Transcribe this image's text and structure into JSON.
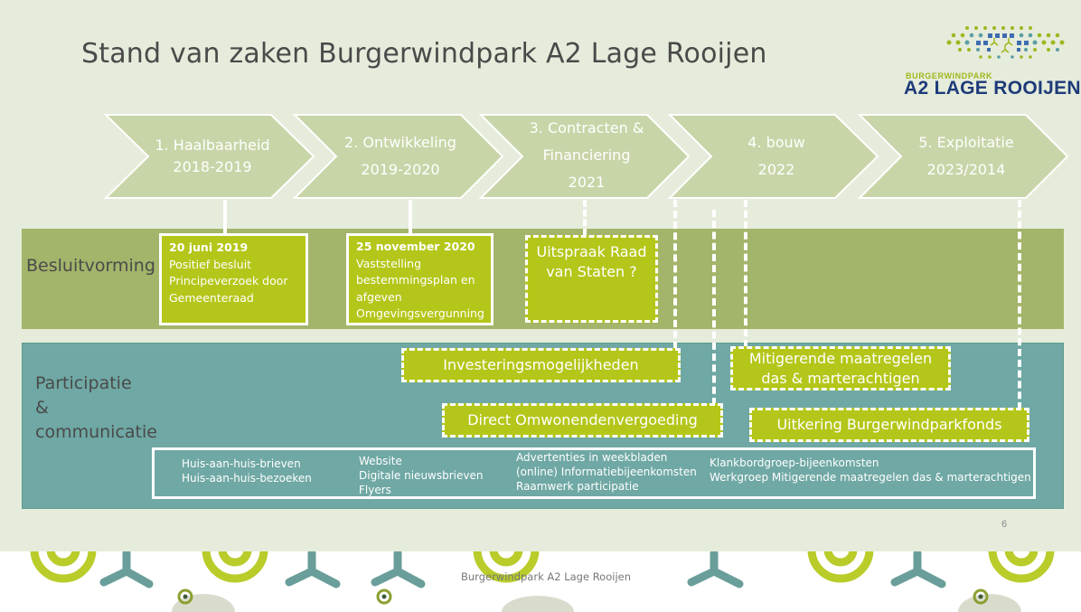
{
  "title": "Stand van zaken Burgerwindpark A2 Lage Rooijen",
  "logo": {
    "small": "BURGERWINDPARK",
    "big": "A2 LAGE ROOIJEN"
  },
  "phases": [
    {
      "line1": "1. Haalbaarheid",
      "line2": "2018-2019",
      "line3": ""
    },
    {
      "line1": "2. Ontwikkeling",
      "line2": "2019-2020",
      "line3": ""
    },
    {
      "line1": "3. Contracten &",
      "line2": "Financiering",
      "line3": "2021"
    },
    {
      "line1": "4. bouw",
      "line2": "2022",
      "line3": ""
    },
    {
      "line1": "5. Exploitatie",
      "line2": "2023/2014",
      "line3": ""
    }
  ],
  "rows": {
    "besluitvorming": "Besluitvorming",
    "participatie": [
      "Participatie",
      "&",
      "communicatie"
    ]
  },
  "besluit": {
    "box1": {
      "date": "20 juni 2019",
      "lines": [
        "Positief besluit",
        "Principeverzoek door",
        "Gemeenteraad"
      ]
    },
    "box2": {
      "date": "25 november 2020",
      "lines": [
        "Vaststelling",
        "bestemmingsplan en",
        "afgeven",
        "Omgevingsvergunning"
      ]
    },
    "box3": {
      "text1": "Uitspraak Raad",
      "text2": "van Staten ?"
    }
  },
  "participatie": {
    "investering": "Investeringsmogelijkheden",
    "omwonenden": "Direct Omwonendenvergoeding",
    "mitigerend1": "Mitigerende maatregelen",
    "mitigerend2": "das & marterachtigen",
    "fonds": "Uitkering Burgerwindparkfonds"
  },
  "activities": [
    [
      "Huis-aan-huis-brieven",
      "Huis-aan-huis-bezoeken"
    ],
    [
      "Website",
      "Digitale nieuwsbrieven",
      "Flyers"
    ],
    [
      "Advertenties in weekbladen",
      "(online) Informatiebijeenkomsten",
      "Raamwerk participatie"
    ],
    [
      "Klankbordgroep-bijeenkomsten",
      "Werkgroep Mitigerende maatregelen das & marterachtigen"
    ]
  ],
  "page_number": "6",
  "footer": "Burgerwindpark A2 Lage Rooijen",
  "colors": {
    "slide_bg": "#e6ecdb",
    "phase_arrow": "#c8d5a8",
    "besluit_band": "#a3b56a",
    "participatie_band": "#6fa8a4",
    "box": "#b4c619",
    "logo_green": "#9bb81e",
    "logo_blue": "#1e3a7a",
    "footer_green": "#b9cc2a",
    "footer_teal": "#6a9e9a"
  }
}
